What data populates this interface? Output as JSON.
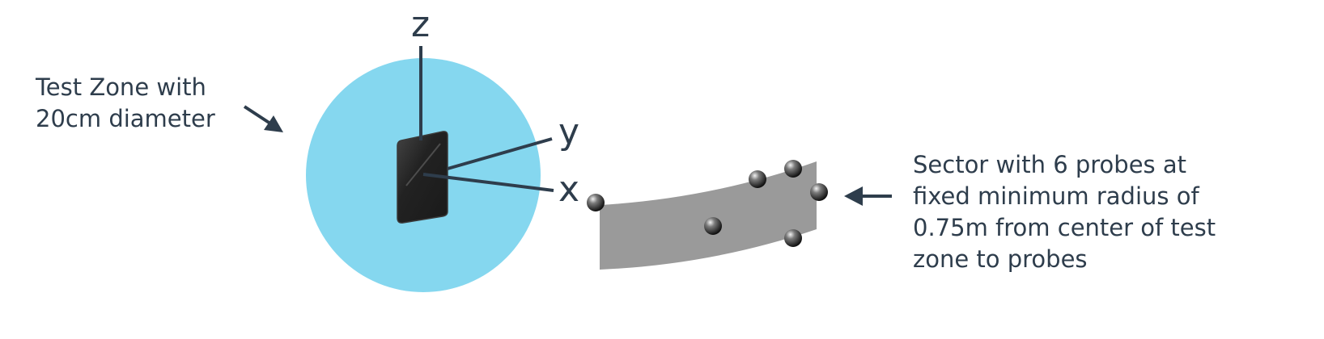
{
  "test_zone": {
    "label_lines": [
      "Test Zone with",
      "20cm diameter"
    ]
  },
  "axes": {
    "z": "z",
    "y": "y",
    "x": "x"
  },
  "sector": {
    "label_lines": [
      "Sector with 6 probes at",
      "fixed minimum radius of",
      "0.75m from center of test",
      "zone to probes"
    ],
    "probe_count": 6
  },
  "colors": {
    "zone_fill": "#85d7ef",
    "device_fill": "#1f1f20",
    "axis_line": "#2e3d4c",
    "sector_fill": "#9a9a9a",
    "text": "#2e3d4c"
  }
}
